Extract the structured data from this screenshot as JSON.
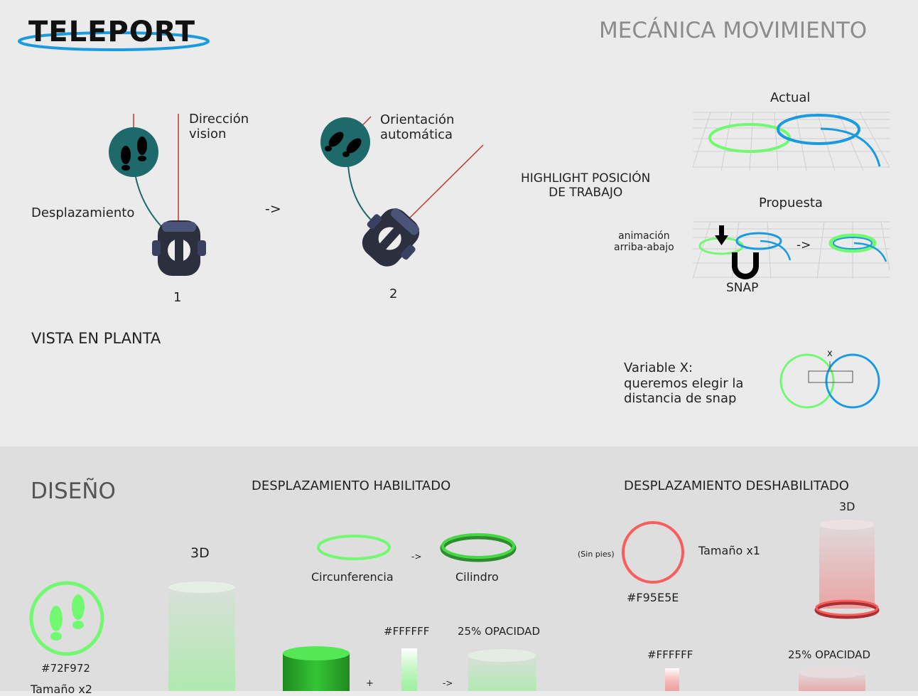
{
  "header": {
    "logo": "TELEPORT",
    "title": "MECÁNICA MOVIMIENTO"
  },
  "top": {
    "direction_label": "Dirección\nvision",
    "displacement_label": "Desplazamiento",
    "auto_orientation_label": "Orientación\nautomática",
    "arrow": "->",
    "step1": "1",
    "step2": "2",
    "plan_view": "VISTA EN PLANTA",
    "highlight_label": "HIGHLIGHT POSICIÓN\nDE TRABAJO",
    "actual_label": "Actual",
    "propuesta_label": "Propuesta",
    "anim_label": "animación\narriba-abajo",
    "snap_arrow": "->",
    "snap_label": "SNAP",
    "variable_label": "Variable X:\nqueremos elegir la\ndistancia de snap",
    "x_mark": "x"
  },
  "design": {
    "title": "DISEÑO",
    "enabled_title": "DESPLAZAMIENTO HABILITADO",
    "disabled_title": "DESPLAZAMIENTO DESHABILITADO",
    "green_hex": "#72F972",
    "green_size": "Tamaño x2",
    "label_3d_left": "3D",
    "circ_label": "Circunferencia",
    "cyl_label": "Cilindro",
    "arrow_small": "->",
    "white_hex": "#FFFFFF",
    "opacity": "25% OPACIDAD",
    "plus": "+",
    "arrow_small2": "->",
    "sin_pies": "(Sin pies)",
    "size_x1": "Tamaño x1",
    "red_hex": "#F95E5E",
    "label_3d_right": "3D",
    "white_hex2": "#FFFFFF",
    "opacity2": "25% OPACIDAD"
  },
  "colors": {
    "green": "#72F972",
    "red": "#F95E5E",
    "blue": "#1A9BE0",
    "teal": "#1E6A6B",
    "ray": "#C0392B"
  }
}
